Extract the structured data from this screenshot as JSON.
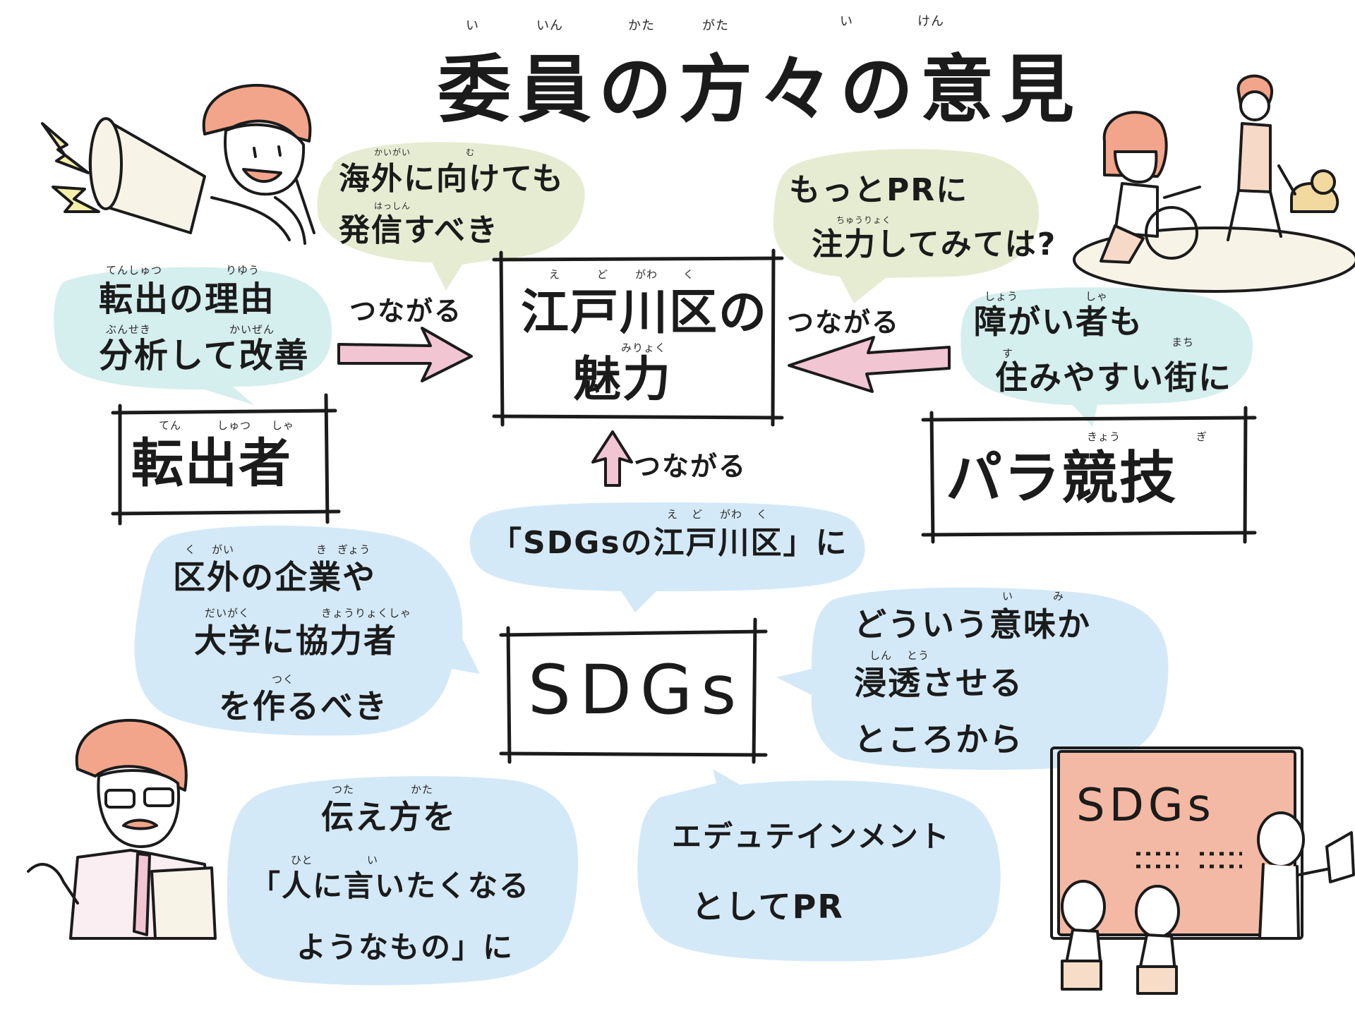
{
  "title": {
    "text": "委員の方々の意見",
    "ruby": [
      "い",
      "いん",
      "かた",
      "がた",
      "い",
      "けん"
    ]
  },
  "colors": {
    "bubble_green": "#e6ecd2",
    "bubble_teal": "#d5eeee",
    "bubble_blue": "#d4e9f7",
    "arrow_pink": "#f2c5d3",
    "board_fill": "#f3b9a4",
    "hair": "#f2a58a",
    "ink": "#1b1b1b"
  },
  "center_box": {
    "line1": "江戸川区の",
    "line2": "魅力",
    "ruby_edogawaku": [
      "え",
      "ど",
      "がわ",
      "く"
    ],
    "ruby_miryoku": "みりょく"
  },
  "connectors": {
    "left": "つながる",
    "right": "つながる",
    "bottom": "つながる"
  },
  "topic_boxes": {
    "tenshutsusha": {
      "label": "転出者",
      "ruby": [
        "てん",
        "しゅつ",
        "しゃ"
      ]
    },
    "para": {
      "label": "パラ競技",
      "ruby": [
        "きょう",
        "ぎ"
      ]
    },
    "sdgs": {
      "label": "SDGs"
    }
  },
  "bubbles": {
    "overseas": {
      "lines": [
        "海外に向けても",
        "発信すべき"
      ],
      "ruby": [
        "かいがい",
        "む",
        "はっしん"
      ]
    },
    "pr": {
      "lines": [
        "もっとPRに",
        "注力してみては?"
      ],
      "ruby": [
        "ちゅうりょく"
      ]
    },
    "reason": {
      "lines": [
        "転出の理由",
        "分析して改善"
      ],
      "ruby": [
        "てんしゅつ",
        "りゆう",
        "ぶんせき",
        "かいぜん"
      ]
    },
    "barrier": {
      "lines": [
        "障がい者も",
        "住みやすい街に"
      ],
      "ruby": [
        "しょう",
        "しゃ",
        "す",
        "まち"
      ]
    },
    "sdgs_edogawa": {
      "text": "「SDGsの江戸川区」に",
      "ruby": [
        "え",
        "ど",
        "がわ",
        "く"
      ]
    },
    "partners": {
      "lines": [
        "区外の企業や",
        "大学に協力者",
        "を作るべき"
      ],
      "ruby": [
        "く",
        "がい",
        "き",
        "ぎょう",
        "だいがく",
        "きょうりょくしゃ",
        "つく"
      ]
    },
    "meaning": {
      "lines": [
        "どういう意味か",
        "浸透させる",
        "ところから"
      ],
      "ruby": [
        "い",
        "み",
        "しん",
        "とう"
      ]
    },
    "tsutaekata": {
      "lines": [
        "伝え方を",
        "「人に言いたくなる",
        "ようなもの」に"
      ],
      "ruby": [
        "つた",
        "かた",
        "ひと",
        "い"
      ]
    },
    "edutainment": {
      "lines": [
        "エデュテインメント",
        "としてPR"
      ]
    }
  },
  "board": {
    "label": "SDGs"
  },
  "icons": [
    "megaphone-person-icon",
    "lightning-icon",
    "wheelchair-user-icon",
    "guide-dog-walker-icon",
    "teacher-person-icon",
    "presentation-board-icon",
    "listener-people-icon"
  ]
}
